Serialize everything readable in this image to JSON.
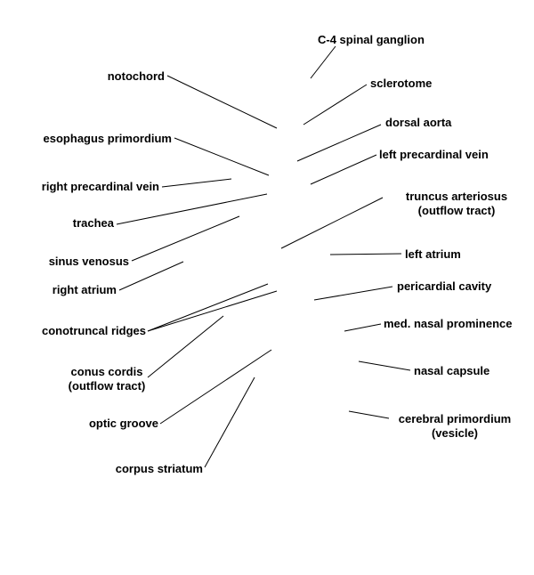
{
  "labels": {
    "c4_spinal_ganglion": "C-4 spinal ganglion",
    "sclerotome": "sclerotome",
    "dorsal_aorta": "dorsal aorta",
    "left_precardinal_vein": "left precardinal vein",
    "truncus_arteriosus_1": "truncus arteriosus",
    "truncus_arteriosus_2": "(outflow tract)",
    "left_atrium": "left atrium",
    "pericardial_cavity": "pericardial cavity",
    "med_nasal_prominence": "med. nasal prominence",
    "nasal_capsule": "nasal capsule",
    "cerebral_primordium_1": "cerebral primordium",
    "cerebral_primordium_2": "(vesicle)",
    "notochord": "notochord",
    "esophagus_primordium": "esophagus primordium",
    "right_precardinal_vein": "right precardinal vein",
    "trachea": "trachea",
    "sinus_venosus": "sinus venosus",
    "right_atrium": "right atrium",
    "conotruncal_ridges": "conotruncal ridges",
    "conus_cordis_1": "conus cordis",
    "conus_cordis_2": "(outflow tract)",
    "optic_groove": "optic groove",
    "corpus_striatum": "corpus striatum"
  },
  "colors": {
    "ink": "#000000",
    "background": "#ffffff"
  }
}
